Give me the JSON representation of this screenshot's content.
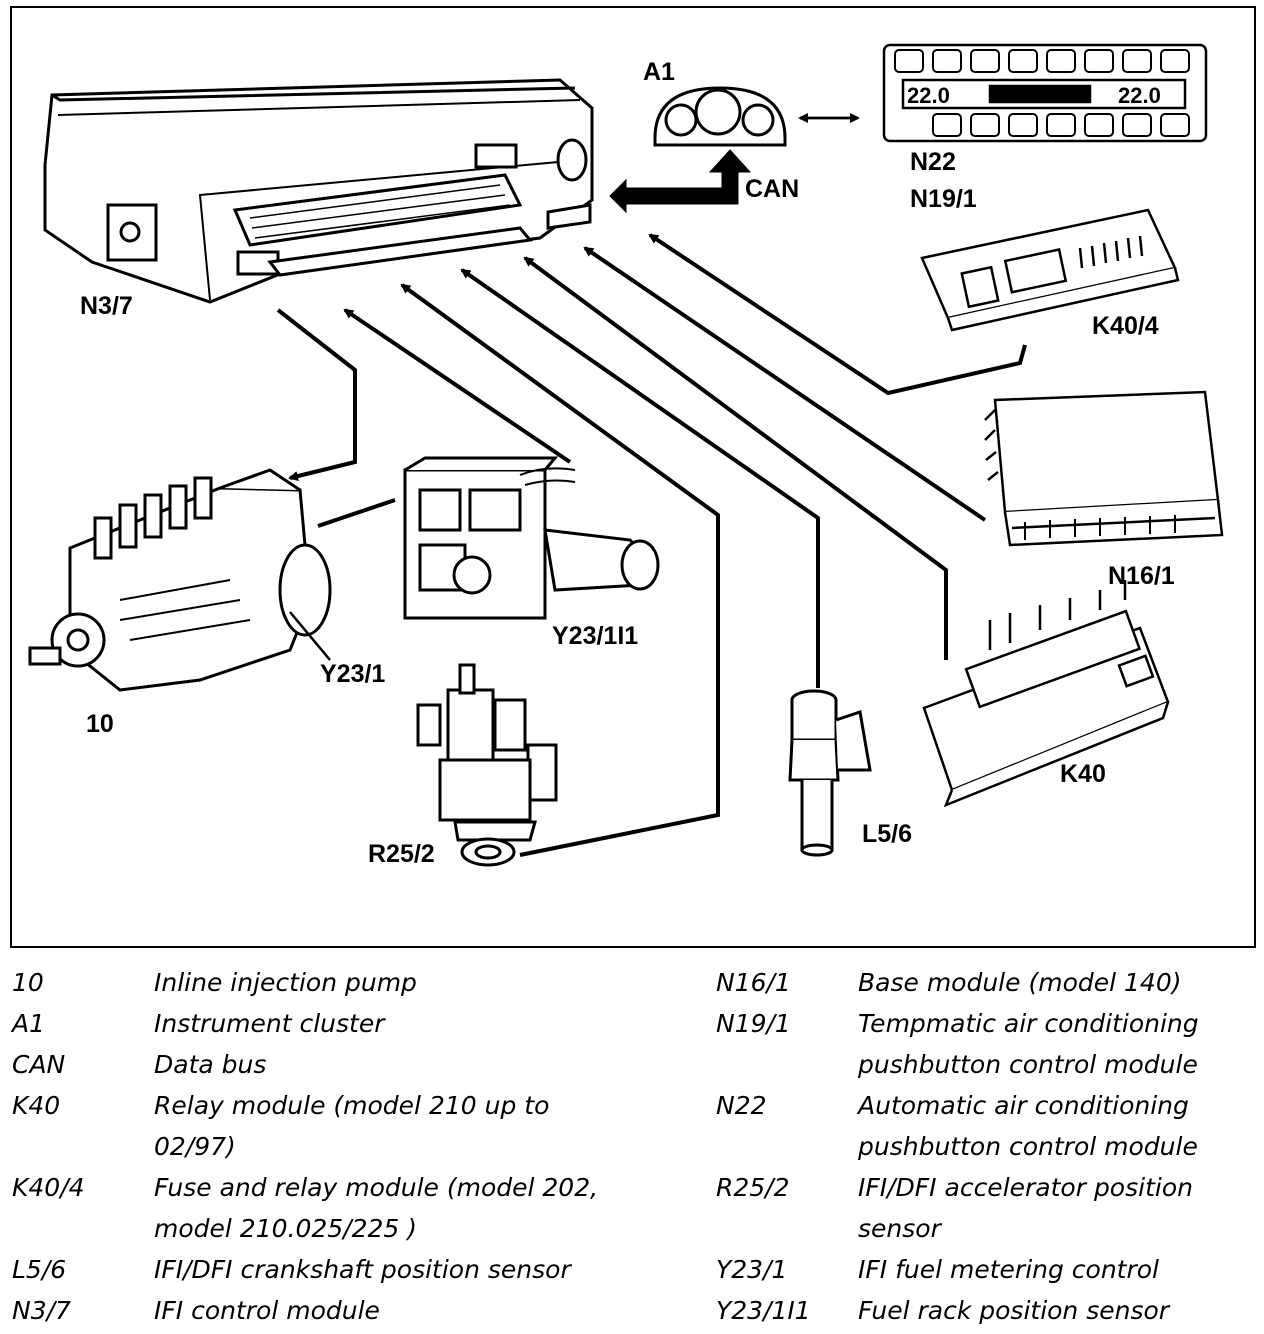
{
  "labels": {
    "n3_7": "N3/7",
    "a1": "A1",
    "can": "CAN",
    "n22": "N22",
    "n19_1": "N19/1",
    "k40_4": "K40/4",
    "n16_1": "N16/1",
    "k40": "K40",
    "y23_1": "Y23/1",
    "y23_1_1": "Y23/1I1",
    "ten": "10",
    "r25_2": "R25/2",
    "l5_6": "L5/6",
    "climate_display_left": "22.0",
    "climate_display_right": "22.0"
  },
  "legend_left": [
    {
      "code": "10",
      "desc": "Inline injection pump"
    },
    {
      "code": "A1",
      "desc": "Instrument cluster"
    },
    {
      "code": "CAN",
      "desc": "Data bus"
    },
    {
      "code": "K40",
      "desc": "Relay module (model 210 up to 02/97)"
    },
    {
      "code": "K40/4",
      "desc": "Fuse and relay module (model 202, model 210.025/225 )"
    },
    {
      "code": "L5/6",
      "desc": "IFI/DFI crankshaft position sensor"
    },
    {
      "code": "N3/7",
      "desc": "IFI control module"
    }
  ],
  "legend_right": [
    {
      "code": "N16/1",
      "desc": "Base module (model 140)"
    },
    {
      "code": "N19/1",
      "desc": "Tempmatic air conditioning pushbutton control module"
    },
    {
      "code": "N22",
      "desc": "Automatic air conditioning pushbutton control module"
    },
    {
      "code": "R25/2",
      "desc": "IFI/DFI accelerator position sensor"
    },
    {
      "code": "Y23/1",
      "desc": "IFI fuel metering control"
    },
    {
      "code": "Y23/1I1",
      "desc": "Fuel rack position sensor"
    }
  ]
}
